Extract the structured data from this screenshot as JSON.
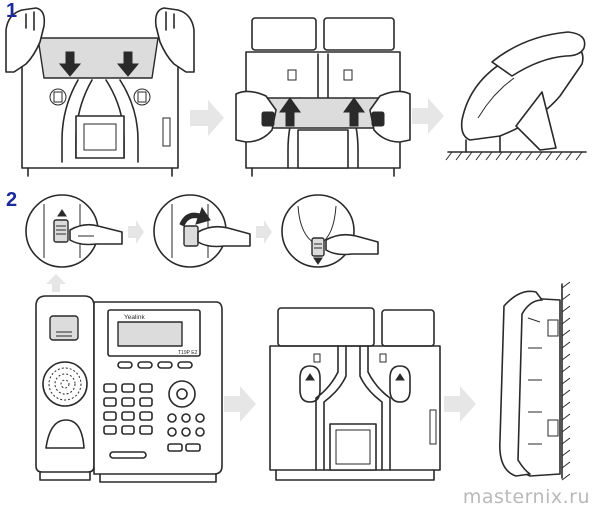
{
  "steps": [
    {
      "number": "1"
    },
    {
      "number": "2"
    }
  ],
  "phone_brand": "Yealink",
  "phone_model": "T19P E2",
  "watermark": "masternix.ru",
  "colors": {
    "step_number": "#1a2a9a",
    "line": "#2a2a2a",
    "flow_arrow": "#e6e6e6",
    "watermark": "#b9b9b9"
  },
  "icons": [
    "down-arrow-icon",
    "up-arrow-icon",
    "flow-arrow-icon",
    "rotate-arrow-icon",
    "hand-icon"
  ]
}
